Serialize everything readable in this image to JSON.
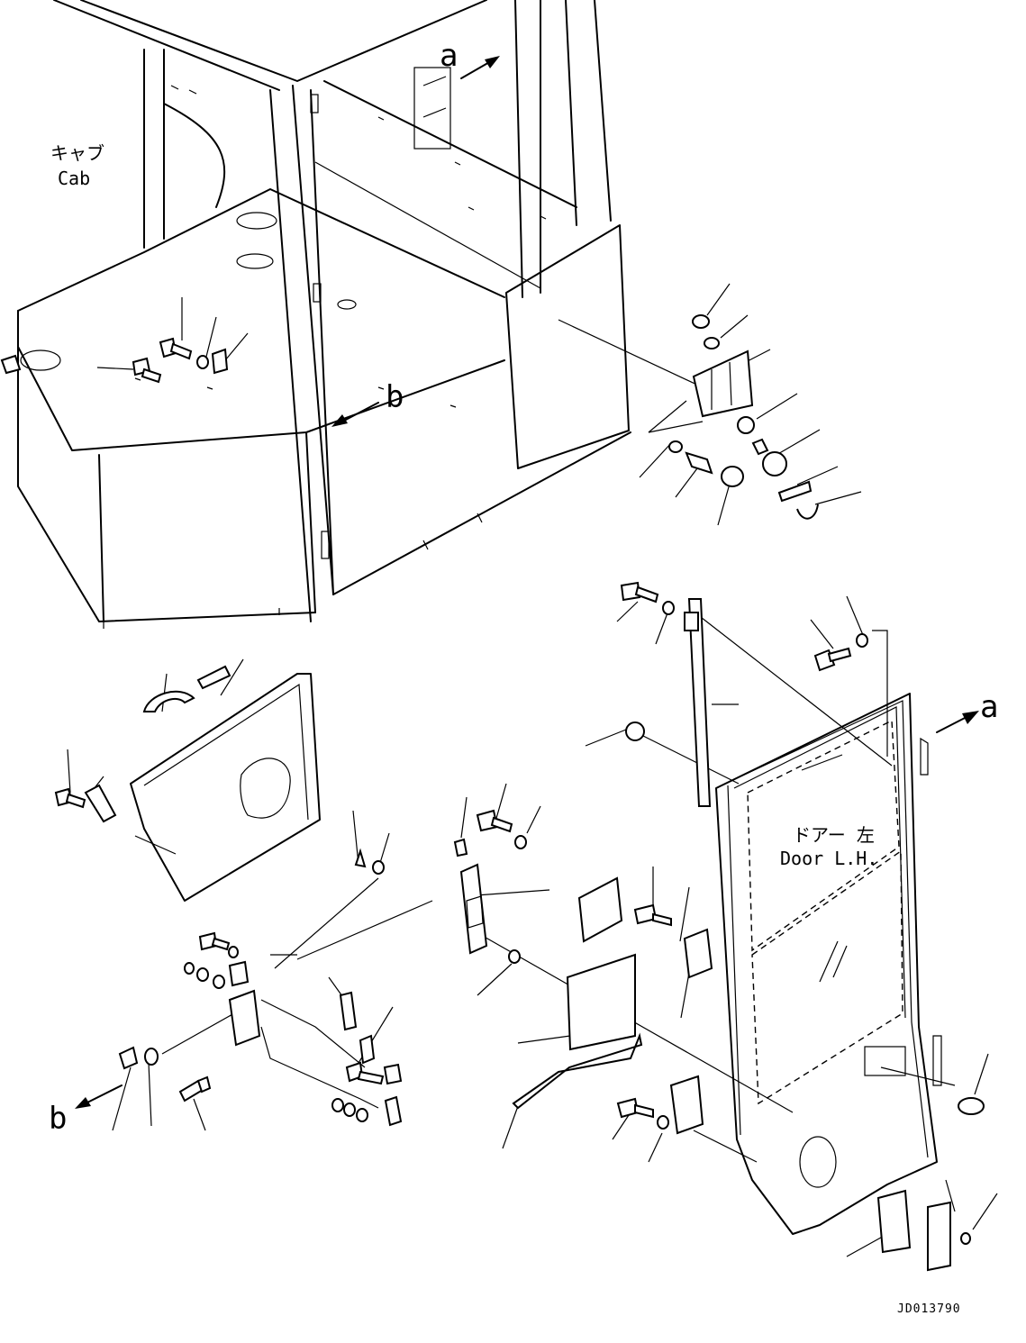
{
  "labels": {
    "cab_jp": "キャブ",
    "cab_en": "Cab",
    "door_jp": "ドアー 左",
    "door_en": "Door L.H.",
    "ref_a": "a",
    "ref_b": "b",
    "drawing_id": "JD013790"
  },
  "colors": {
    "line": "#000000",
    "background": "#ffffff"
  }
}
